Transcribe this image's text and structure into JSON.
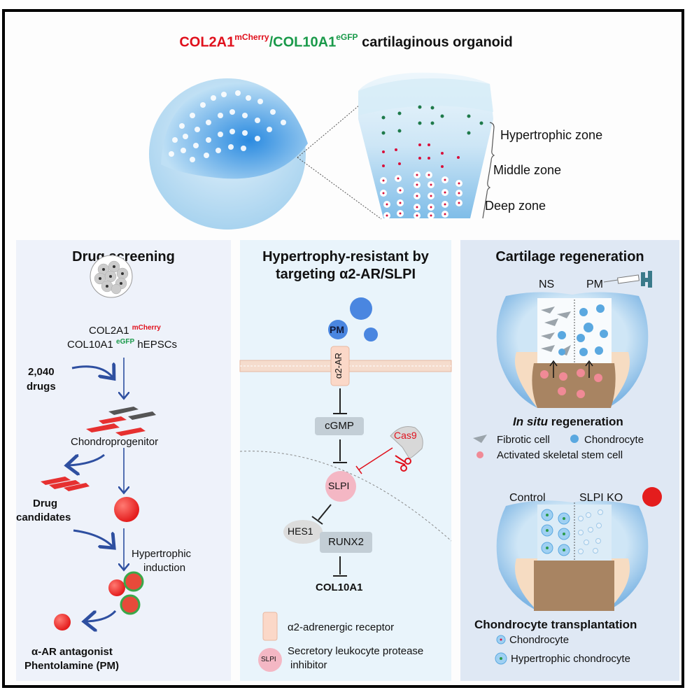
{
  "header": {
    "title_part1": "COL2A1",
    "title_sup1": "mCherry",
    "title_slash": "/",
    "title_part2": "COL10A1",
    "title_sup2": "eGFP",
    "title_rest": " cartilaginous organoid",
    "zones": [
      "Hypertrophic zone",
      "Middle zone",
      "Deep zone"
    ]
  },
  "colors": {
    "mcherry_red": "#e0101c",
    "egfp_green": "#1a9a4a",
    "arrow_blue": "#2e4fa0",
    "pm_blue": "#4a86e0",
    "slpi_pink": "#f4b7c4",
    "cas9_red": "#e0101c"
  },
  "panel_drug": {
    "title": "Drug screening",
    "cell_line_1": "COL2A1",
    "cell_line_1_sup": "mCherry",
    "cell_line_2": "COL10A1",
    "cell_line_2_sup": "eGFP",
    "cell_line_2_suffix": "hEPSCs",
    "drugs_count": "2,040",
    "drugs_label": "drugs",
    "chondroprogenitor": "Chondroprogenitor",
    "candidates_1": "Drug",
    "candidates_2": "candidates",
    "hyper_1": "Hypertrophic",
    "hyper_2": "induction",
    "result_1": "α-AR antagonist",
    "result_2": "Phentolamine (PM)"
  },
  "panel_pathway": {
    "title_1": "Hypertrophy-resistant by",
    "title_2": "targeting α2-AR/SLPI",
    "pm": "PM",
    "receptor": "α2-AR",
    "cgmp": "cGMP",
    "cas9": "Cas9",
    "slpi": "SLPI",
    "hes1": "HES1",
    "runx2": "RUNX2",
    "col10a1": "COL10A1",
    "legend_receptor": "α2-adrenergic receptor",
    "legend_slpi_icon": "SLPI",
    "legend_slpi_1": "Secretory leukocyte protease",
    "legend_slpi_2": "inhibitor"
  },
  "panel_regen": {
    "title": "Cartilage regeneration",
    "ns": "NS",
    "pm": "PM",
    "insitu_italic": "In situ",
    "insitu_rest": " regeneration",
    "legend_fibrotic": "Fibrotic cell",
    "legend_chondrocyte": "Chondrocyte",
    "legend_stem": "Activated skeletal stem cell",
    "control": "Control",
    "slpi_ko": "SLPI KO",
    "transplant_title": "Chondrocyte transplantation",
    "legend2_chondrocyte": "Chondrocyte",
    "legend2_hyper": "Hypertrophic chondrocyte"
  }
}
